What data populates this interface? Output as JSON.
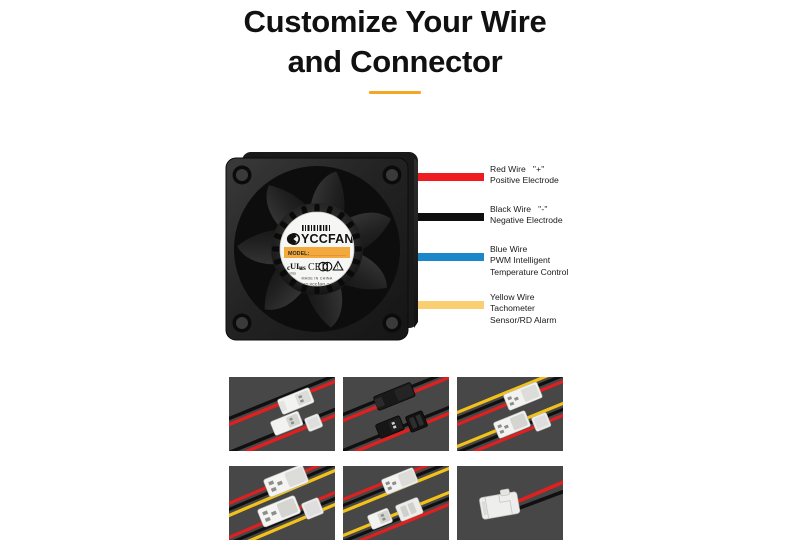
{
  "header": {
    "title_line1": "Customize Your Wire",
    "title_line2": "and Connector",
    "accent_color": "#f5a623"
  },
  "fan": {
    "brand": "YCCFAN",
    "model_label": "MODEL:",
    "origin": "MADE IN CHINA",
    "website": "www.yccfan.com",
    "body_color": "#231f20",
    "label_color": "#f6f6f4",
    "label_band_color": "#f4a93c"
  },
  "wires": [
    {
      "name": "red-wire",
      "color": "#ee1c20",
      "line1": "Red Wire",
      "sign": "\"+\"",
      "line2": "Positive Electrode",
      "line3": ""
    },
    {
      "name": "black-wire",
      "color": "#0f0f0f",
      "line1": "Black Wire",
      "sign": "\"-\"",
      "line2": "Negative Electrode",
      "line3": ""
    },
    {
      "name": "blue-wire",
      "color": "#1b87c9",
      "line1": "Blue Wire",
      "sign": "",
      "line2": "PWM Intelligent",
      "line3": "Temperature Control"
    },
    {
      "name": "yellow-wire",
      "color": "#f9cf72",
      "line1": "Yellow Wire",
      "sign": "",
      "line2": "Tachometer",
      "line3": "Sensor/RD Alarm"
    }
  ],
  "connectors": {
    "background_color": "#474747",
    "tiles": [
      {
        "name": "connector-jst-white-2pin-pair",
        "housing": "white",
        "wire_colors": [
          "#e02020",
          "#101010"
        ]
      },
      {
        "name": "connector-sm-black-2pin-pair",
        "housing": "black",
        "wire_colors": [
          "#e02020",
          "#101010"
        ]
      },
      {
        "name": "connector-white-3pin-pair",
        "housing": "white",
        "wire_colors": [
          "#f2c21a",
          "#101010",
          "#e02020"
        ]
      },
      {
        "name": "connector-white-large-3pin-pair",
        "housing": "white",
        "wire_colors": [
          "#e02020",
          "#101010",
          "#f2c21a"
        ]
      },
      {
        "name": "connector-white-3pin-small-pair",
        "housing": "white",
        "wire_colors": [
          "#e02020",
          "#101010",
          "#f2c21a"
        ]
      },
      {
        "name": "connector-white-2pin-single",
        "housing": "white",
        "wire_colors": [
          "#e02020",
          "#101010"
        ]
      }
    ]
  }
}
